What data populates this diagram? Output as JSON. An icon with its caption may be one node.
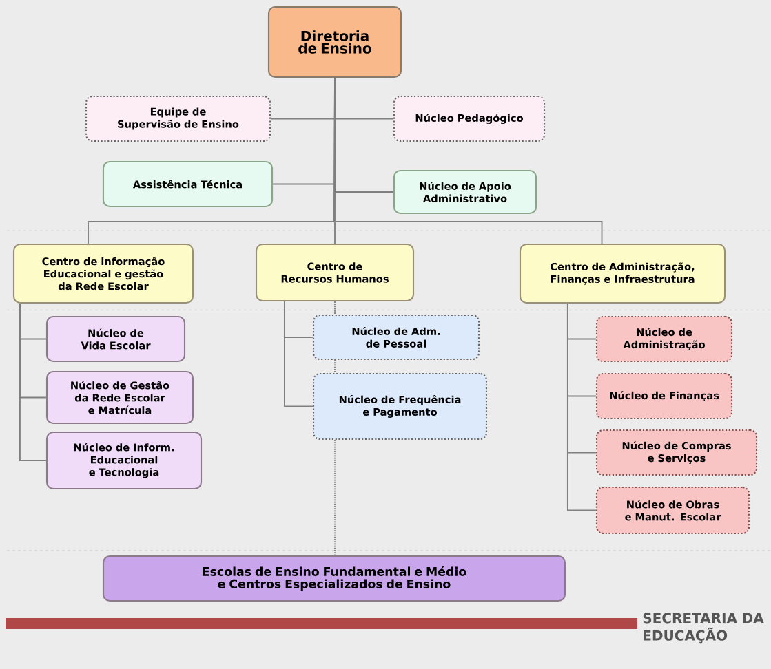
{
  "diagram": {
    "nodes": [
      {
        "text": [
          "Diretoria de Ensino"
        ]
      },
      {
        "text": [
          "Equipe de Supervisão de Ensino"
        ]
      },
      {
        "text": [
          "Núcleo Pedagógico"
        ]
      },
      {
        "text": [
          "Assistência Técnica"
        ]
      },
      {
        "text": [
          "Núcleo de Apoio Administrativo"
        ]
      },
      {
        "text": [
          "Centro de informação Educacional e gestão da Rede Escolar"
        ]
      },
      {
        "text": [
          "Centro de Recursos Humanos"
        ]
      },
      {
        "text": [
          "Centro de Administração, Finanças e Infraestrutura"
        ]
      },
      {
        "text": [
          "Núcleo de Vida Escolar"
        ]
      },
      {
        "text": [
          "Núcleo de Gestão da Rede Escolar e Matrícula"
        ]
      },
      {
        "text": [
          "Núcleo de Inform. Educacional e Tecnologia"
        ]
      },
      {
        "text": [
          "Núcleo de Adm. de Pessoal"
        ]
      },
      {
        "text": [
          "Núcleo de Frequência e Pagamento"
        ]
      },
      {
        "text": [
          "Núcleo de Administração"
        ]
      },
      {
        "text": [
          "Núcleo de Finanças"
        ]
      },
      {
        "text": [
          "Núcleo de Compras e Serviços"
        ]
      },
      {
        "text": [
          "Núcleo de Obras e Manut. Escolar"
        ]
      },
      {
        "text": [
          "Escolas de Ensino Fundamental e Médio e Centros Especializados de Ensino"
        ]
      }
    ],
    "edges": [
      {
        "from": 0,
        "to": 1,
        "arrow": "none"
      },
      {
        "from": 0,
        "to": 2,
        "arrow": "none"
      },
      {
        "from": 0,
        "to": 3,
        "arrow": "none"
      },
      {
        "from": 0,
        "to": 4,
        "arrow": "none"
      },
      {
        "from": 0,
        "to": 5,
        "arrow": "none"
      },
      {
        "from": 0,
        "to": 6,
        "arrow": "none"
      },
      {
        "from": 0,
        "to": 7,
        "arrow": "none"
      },
      {
        "from": 5,
        "to": 8,
        "arrow": "none"
      },
      {
        "from": 5,
        "to": 9,
        "arrow": "none"
      },
      {
        "from": 5,
        "to": 10,
        "arrow": "none"
      },
      {
        "from": 6,
        "to": 11,
        "arrow": "none"
      },
      {
        "from": 6,
        "to": 12,
        "arrow": "none"
      },
      {
        "from": 7,
        "to": 13,
        "arrow": "none"
      },
      {
        "from": 7,
        "to": 14,
        "arrow": "none"
      },
      {
        "from": 7,
        "to": 15,
        "arrow": "none"
      },
      {
        "from": 7,
        "to": 16,
        "arrow": "none"
      },
      {
        "from": 6,
        "to": 11,
        "arrow": "none",
        "style": "dashed"
      },
      {
        "from": 11,
        "to": 12,
        "arrow": "none",
        "style": "dashed"
      },
      {
        "from": 12,
        "to": 17,
        "arrow": "none",
        "style": "dashed"
      }
    ],
    "labels": [
      "SECRETARIA DA EDUCAÇÃO"
    ]
  }
}
